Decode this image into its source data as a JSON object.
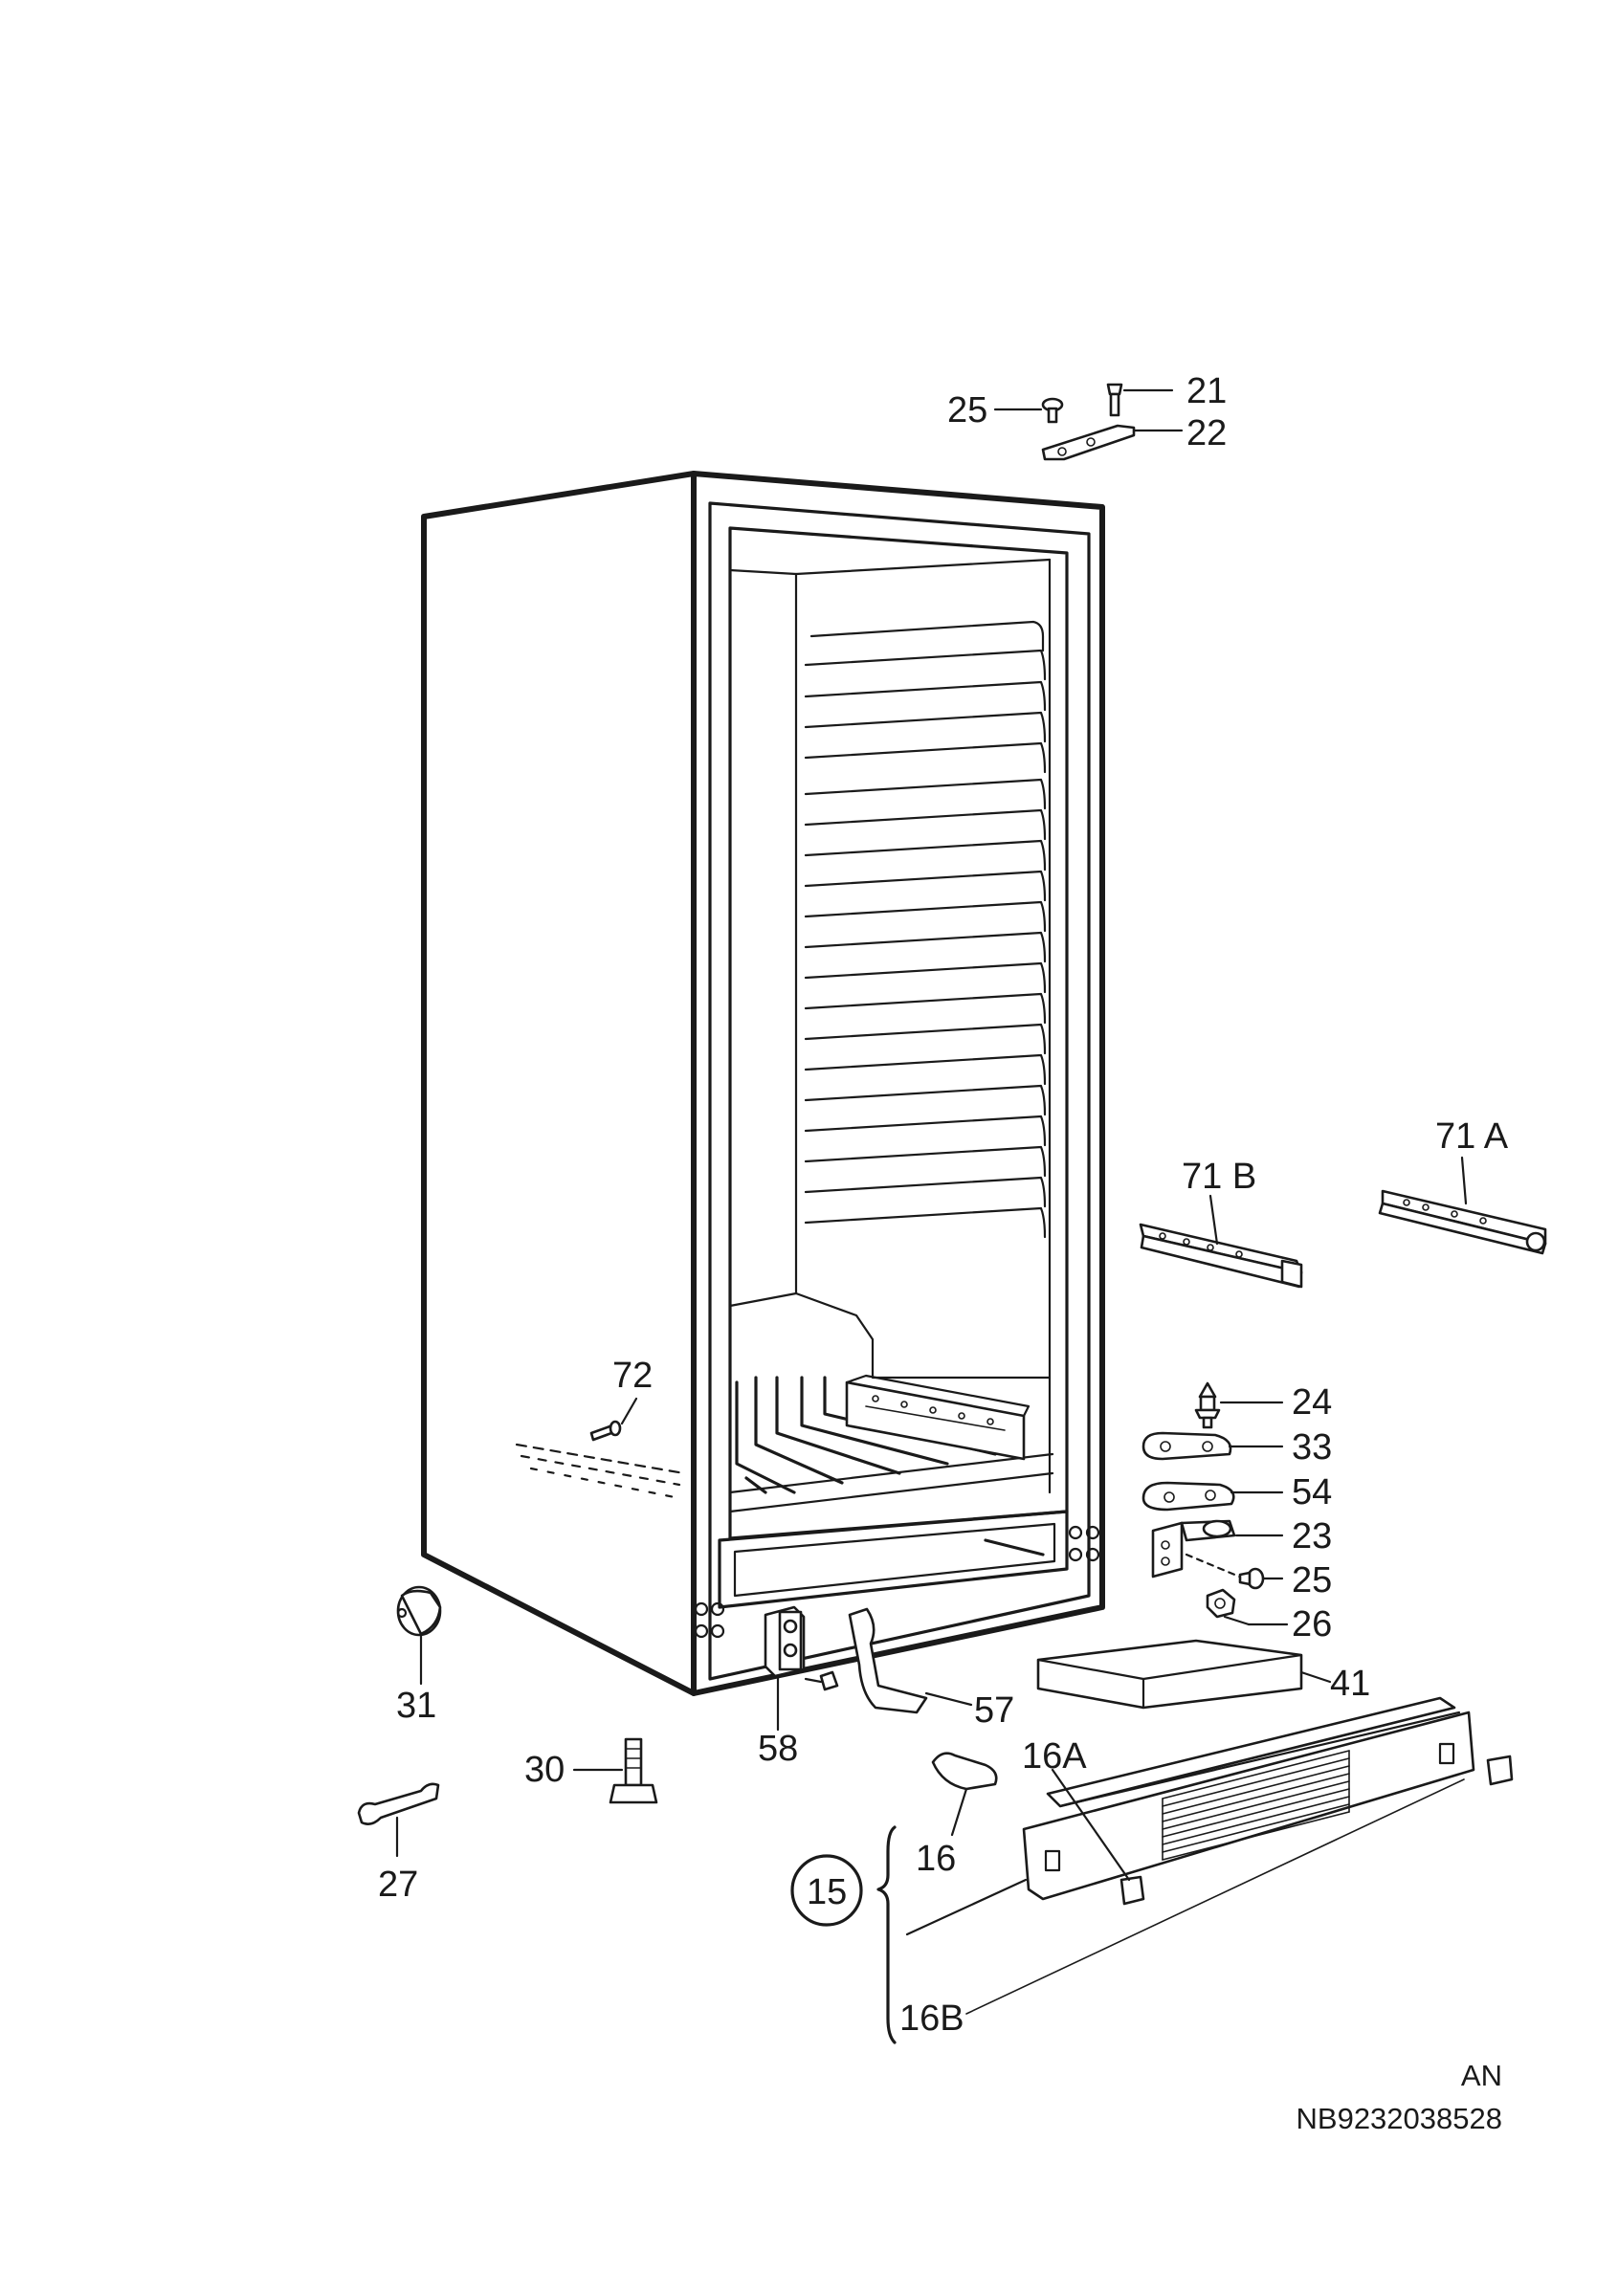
{
  "labels": {
    "p21": "21",
    "p22": "22",
    "p25_top": "25",
    "p71A": "71 A",
    "p71B": "71 B",
    "p72": "72",
    "p24": "24",
    "p33": "33",
    "p54": "54",
    "p23": "23",
    "p25_mid": "25",
    "p26": "26",
    "p41": "41",
    "p57": "57",
    "p58": "58",
    "p31": "31",
    "p30": "30",
    "p27": "27",
    "p16A": "16A",
    "p16": "16",
    "p15": "15",
    "p16B": "16B"
  },
  "footer": {
    "code": "AN",
    "ref": "NB9232038528"
  },
  "colors": {
    "ink": "#1a1a1a",
    "paper": "#ffffff"
  }
}
